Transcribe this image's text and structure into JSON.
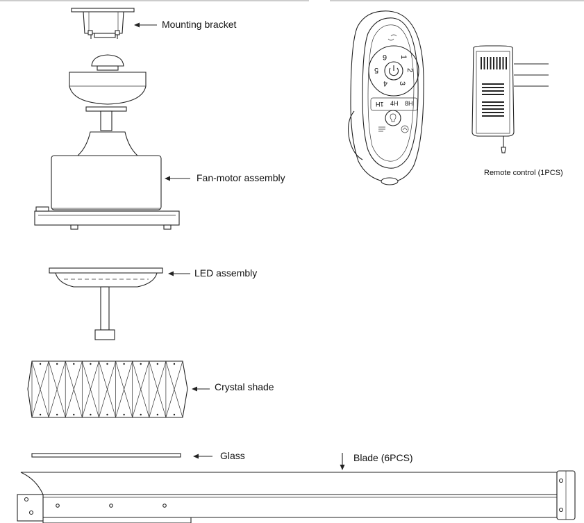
{
  "labels": {
    "mounting_bracket": "Mounting bracket",
    "fan_motor_assembly": "Fan-motor assembly",
    "led_assembly": "LED assembly",
    "crystal_shade": "Crystal shade",
    "glass": "Glass",
    "blade": "Blade (6PCS)",
    "remote_control": "Remote control  (1PCS)"
  },
  "remote": {
    "speed_digits": [
      "1",
      "2",
      "3",
      "4",
      "5",
      "6"
    ],
    "power_icon": "power-icon",
    "reverse_icon": "reverse-icon",
    "timers": [
      "1H",
      "4H",
      "8H"
    ],
    "light_icon": "light-bulb-icon",
    "breeze_icon": "natural-wind-icon",
    "home_icon": "home-mode-icon"
  }
}
